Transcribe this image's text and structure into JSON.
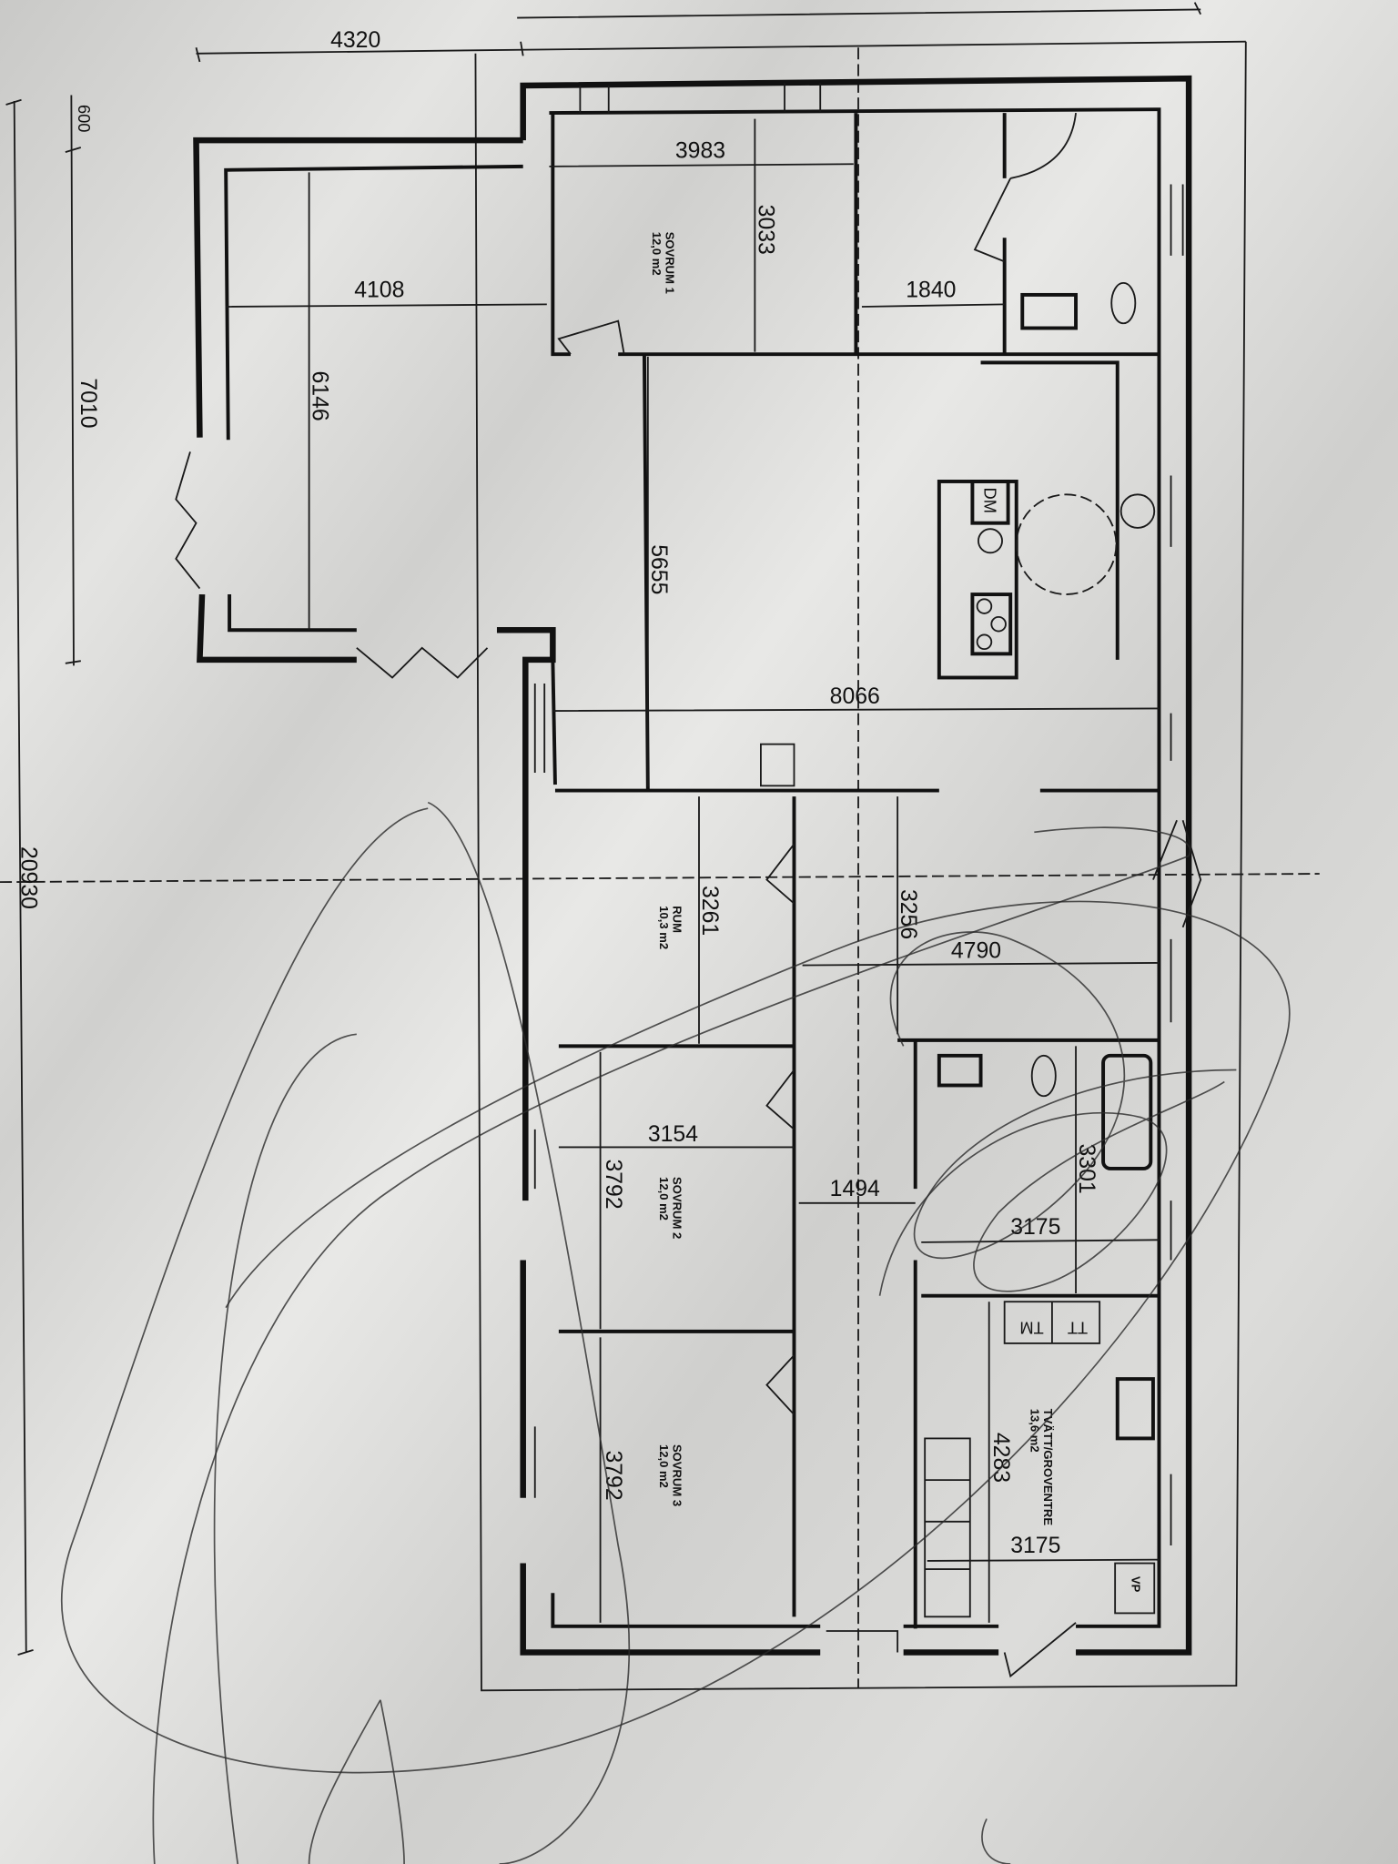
{
  "drawing": {
    "dimensions": {
      "overall_width": "4320",
      "bedroom1_width": "3983",
      "bedroom1_depth": "3033",
      "extension_width": "4108",
      "wc_width": "1840",
      "extension_depth": "6146",
      "wing_depth": "7010",
      "offset": "600",
      "living_depth": "5655",
      "living_width": "8066",
      "total_length": "20930",
      "rum_depth": "3261",
      "hall_depth": "3256",
      "hall_width": "4790",
      "bedroom2_width": "3154",
      "bedroom2_depth": "3792",
      "corridor_width": "1494",
      "bath_depth": "3301",
      "bath_width": "3175",
      "laundry_depth": "4283",
      "laundry_width": "3175",
      "bedroom3_depth": "3792"
    },
    "rooms": [
      {
        "name": "SOVRUM 1",
        "area": "12,0 m2"
      },
      {
        "name": "RUM",
        "area": "10,3 m2"
      },
      {
        "name": "SOVRUM 2",
        "area": "12,0 m2"
      },
      {
        "name": "SOVRUM 3",
        "area": "12,0 m2"
      },
      {
        "name": "TVÄTT/GROVENTRE",
        "area": "13,6 m2"
      }
    ],
    "fixtures": {
      "dishwasher": "DM",
      "washer": "TM",
      "dryer": "TT",
      "water_heater": "VP"
    }
  }
}
